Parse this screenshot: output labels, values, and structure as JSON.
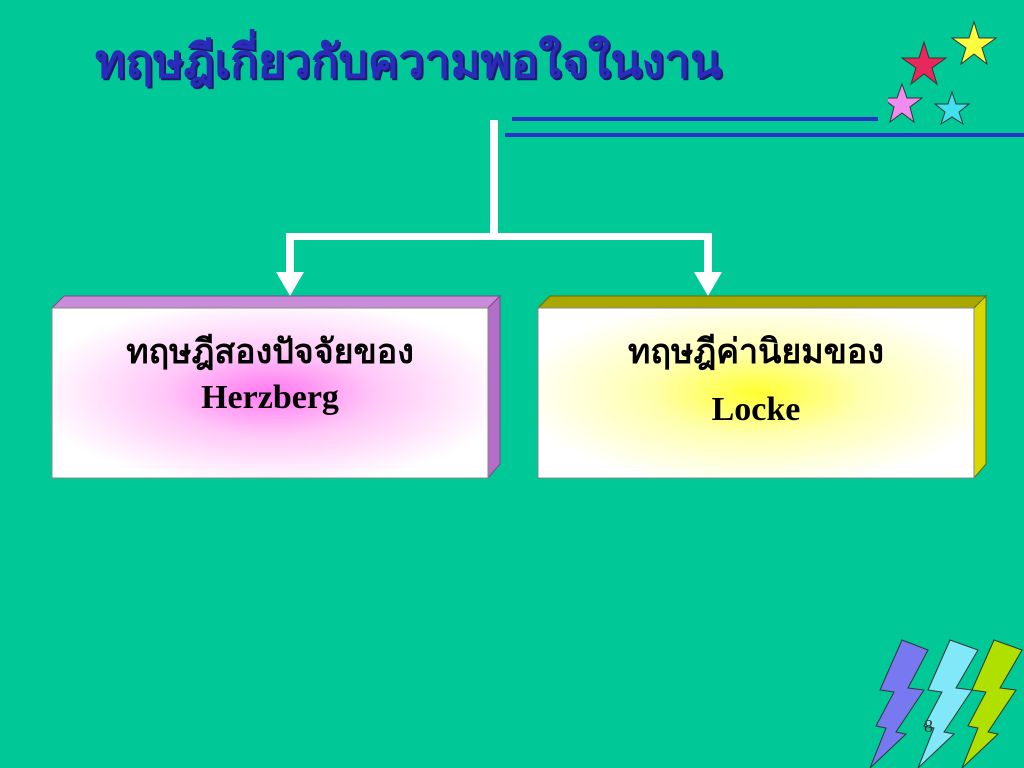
{
  "slide": {
    "title": "ทฤษฎีเกี่ยวกับความพอใจในงาน",
    "page_number": "8"
  },
  "colors": {
    "background": "#00c896",
    "title": "#2a2bb8",
    "connector": "#ffffff",
    "left_box_side": "#b46ec8",
    "left_box_glow": "#ff78f0",
    "right_box_side": "#c8c800",
    "right_box_glow": "#ffff30"
  },
  "diagram": {
    "boxes": [
      {
        "line1": "ทฤษฎีสองปัจจัยของ",
        "line2": "Herzberg"
      },
      {
        "line1": "ทฤษฎีค่านิยมของ",
        "line2": "Locke"
      }
    ]
  },
  "decorations": {
    "stars": [
      "red-star-icon",
      "yellow-star-icon",
      "pink-star-icon",
      "cyan-star-icon"
    ],
    "bolts": [
      "blue-lightning-icon",
      "cyan-lightning-icon",
      "green-lightning-icon"
    ]
  }
}
